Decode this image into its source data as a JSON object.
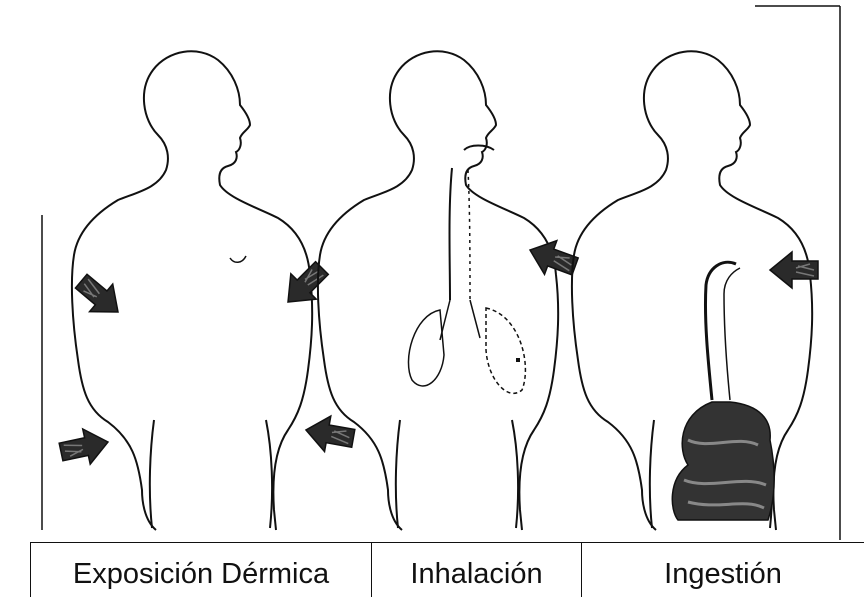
{
  "labels": {
    "dermal": "Exposición Dérmica",
    "inhalation": "Inhalación",
    "ingestion": "Ingestión"
  },
  "colors": {
    "ink": "#111111",
    "arrow_fill": "#2a2a2a",
    "background": "#ffffff"
  },
  "icons": {
    "exposure_arrow": "thick-arrow-icon",
    "body": "human-torso-silhouette"
  }
}
